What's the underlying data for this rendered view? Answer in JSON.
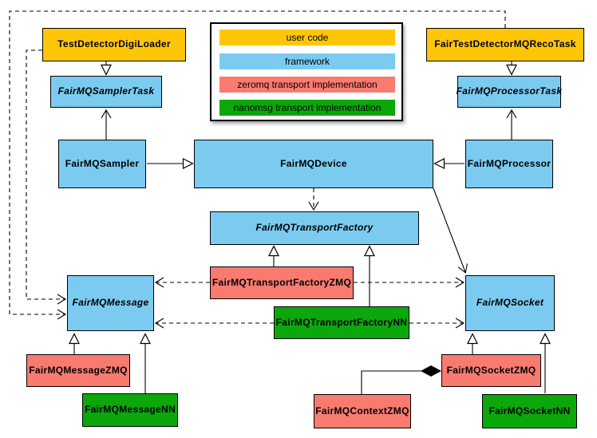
{
  "colors": {
    "user_code": "#FFC608",
    "framework": "#7BCBF0",
    "zeromq": "#F97B70",
    "nanomsg": "#0BA70B",
    "border": "#000000",
    "background": "#FFFFFF"
  },
  "legend": {
    "items": [
      {
        "label": "user code",
        "type": "user_code"
      },
      {
        "label": "framework",
        "type": "framework"
      },
      {
        "label": "zeromq transport implementation",
        "type": "zeromq"
      },
      {
        "label": "nanomsg transport implementation",
        "type": "nanomsg"
      }
    ]
  },
  "nodes": {
    "test_detector_digi_loader": {
      "label": "TestDetectorDigiLoader",
      "category": "user_code",
      "abstract": false
    },
    "fair_test_detector_mq_reco_task": {
      "label": "FairTestDetectorMQRecoTask",
      "category": "user_code",
      "abstract": false
    },
    "fairmq_sampler_task": {
      "label": "FairMQSamplerTask",
      "category": "framework",
      "abstract": true
    },
    "fairmq_processor_task": {
      "label": "FairMQProcessorTask",
      "category": "framework",
      "abstract": true
    },
    "fairmq_sampler": {
      "label": "FairMQSampler",
      "category": "framework",
      "abstract": false
    },
    "fairmq_device": {
      "label": "FairMQDevice",
      "category": "framework",
      "abstract": false
    },
    "fairmq_processor": {
      "label": "FairMQProcessor",
      "category": "framework",
      "abstract": false
    },
    "fairmq_transport_factory": {
      "label": "FairMQTransportFactory",
      "category": "framework",
      "abstract": true
    },
    "fairmq_transport_factory_zmq": {
      "label": "FairMQTransportFactoryZMQ",
      "category": "zeromq",
      "abstract": false
    },
    "fairmq_transport_factory_nn": {
      "label": "FairMQTransportFactoryNN",
      "category": "nanomsg",
      "abstract": false
    },
    "fairmq_message": {
      "label": "FairMQMessage",
      "category": "framework",
      "abstract": true
    },
    "fairmq_socket": {
      "label": "FairMQSocket",
      "category": "framework",
      "abstract": true
    },
    "fairmq_message_zmq": {
      "label": "FairMQMessageZMQ",
      "category": "zeromq",
      "abstract": false
    },
    "fairmq_message_nn": {
      "label": "FairMQMessageNN",
      "category": "nanomsg",
      "abstract": false
    },
    "fairmq_socket_zmq": {
      "label": "FairMQSocketZMQ",
      "category": "zeromq",
      "abstract": false
    },
    "fairmq_context_zmq": {
      "label": "FairMQContextZMQ",
      "category": "zeromq",
      "abstract": false
    },
    "fairmq_socket_nn": {
      "label": "FairMQSocketNN",
      "category": "nanomsg",
      "abstract": false
    }
  },
  "relationships": [
    {
      "from": "TestDetectorDigiLoader",
      "to": "FairMQSamplerTask",
      "type": "inheritance"
    },
    {
      "from": "FairTestDetectorMQRecoTask",
      "to": "FairMQProcessorTask",
      "type": "inheritance"
    },
    {
      "from": "FairMQSampler",
      "to": "FairMQSamplerTask",
      "type": "association"
    },
    {
      "from": "FairMQProcessor",
      "to": "FairMQProcessorTask",
      "type": "association"
    },
    {
      "from": "FairMQSampler",
      "to": "FairMQDevice",
      "type": "inheritance"
    },
    {
      "from": "FairMQProcessor",
      "to": "FairMQDevice",
      "type": "inheritance"
    },
    {
      "from": "FairMQDevice",
      "to": "FairMQTransportFactory",
      "type": "dashed-dependency"
    },
    {
      "from": "FairMQDevice",
      "to": "FairMQSocket",
      "type": "association"
    },
    {
      "from": "TestDetectorDigiLoader",
      "to": "FairMQMessage",
      "type": "dashed-dependency"
    },
    {
      "from": "FairTestDetectorMQRecoTask",
      "to": "FairMQMessage",
      "type": "dashed-dependency"
    },
    {
      "from": "FairMQTransportFactoryZMQ",
      "to": "FairMQTransportFactory",
      "type": "inheritance"
    },
    {
      "from": "FairMQTransportFactoryNN",
      "to": "FairMQTransportFactory",
      "type": "inheritance"
    },
    {
      "from": "FairMQTransportFactoryZMQ",
      "to": "FairMQMessage",
      "type": "dashed-dependency"
    },
    {
      "from": "FairMQTransportFactoryZMQ",
      "to": "FairMQSocket",
      "type": "dashed-dependency"
    },
    {
      "from": "FairMQTransportFactoryNN",
      "to": "FairMQMessage",
      "type": "dashed-dependency"
    },
    {
      "from": "FairMQTransportFactoryNN",
      "to": "FairMQSocket",
      "type": "dashed-dependency"
    },
    {
      "from": "FairMQMessageZMQ",
      "to": "FairMQMessage",
      "type": "inheritance"
    },
    {
      "from": "FairMQMessageNN",
      "to": "FairMQMessage",
      "type": "inheritance"
    },
    {
      "from": "FairMQSocketZMQ",
      "to": "FairMQSocket",
      "type": "inheritance"
    },
    {
      "from": "FairMQSocketNN",
      "to": "FairMQSocket",
      "type": "inheritance"
    },
    {
      "from": "FairMQContextZMQ",
      "to": "FairMQSocketZMQ",
      "type": "composition"
    }
  ]
}
